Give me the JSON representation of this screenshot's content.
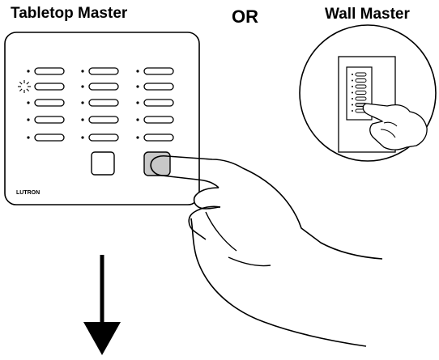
{
  "labels": {
    "tabletop": "Tabletop Master",
    "or": "OR",
    "wall": "Wall Master",
    "brand": "LUTRON"
  },
  "colors": {
    "stroke": "#000000",
    "pressed_button": "#c8c8c8",
    "background": "#ffffff"
  },
  "icons": {
    "active_led": "sunburst-icon",
    "direction": "down-arrow-icon",
    "hand": "pointing-hand-icon"
  }
}
